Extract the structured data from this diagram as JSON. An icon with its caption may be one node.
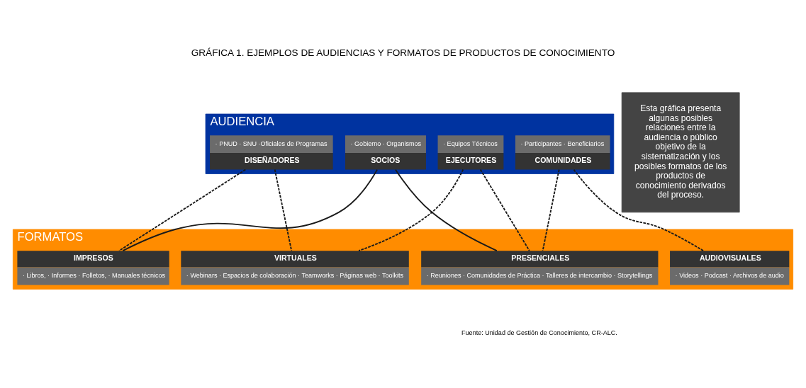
{
  "diagram": {
    "title": "GRÁFICA 1. EJEMPLOS DE AUDIENCIAS Y FORMATOS DE PRODUCTOS DE CONOCIMIENTO",
    "caption": "Fuente: Unidad de Gestión de Conocimiento, CR-ALC.",
    "nodes": [
      {
        "text": [
          "AUDIENCIA"
        ]
      },
      {
        "text": [
          "· Gobierno · Organismos",
          "SOCIOS"
        ],
        "in": 0
      },
      {
        "text": [
          "· Equipos Técnicos",
          "EJECUTORES"
        ],
        "in": 0
      },
      {
        "text": [
          "· PNUD · SNU ·Oficiales de Programas",
          "DISEÑADORES"
        ],
        "in": 0
      },
      {
        "text": [
          "· Participantes · Beneficiarios",
          "COMUNIDADES"
        ],
        "in": 0
      },
      {
        "text": [
          "FORMATOS"
        ]
      },
      {
        "text": [
          "IMPRESOS",
          "· Libros, · Informes · Folletos, · Manuales técnicos"
        ],
        "in": 5
      },
      {
        "text": [
          "VIRTUALES",
          "· Webinars · Espacios de colaboración · Teamworks · Páginas web · Toolkits"
        ],
        "in": 5
      },
      {
        "text": [
          "AUDIOVISUALES",
          "· Videos · Podcast · Archivos de audio"
        ],
        "in": 5
      },
      {
        "text": [
          "PRESENCIALES",
          "· Reuniones · Comunidades de Práctica · Talleres de intercambio · Storytellings"
        ],
        "in": 5
      },
      {
        "text": [
          "Esta gráfica presenta algunas posibles relaciones entre la audiencia o público objetivo de la sistematización y los posibles formatos de los productos de conocimiento derivados del proceso."
        ]
      }
    ],
    "edges": [
      {
        "from": 1,
        "to": 6,
        "arrow": "none"
      },
      {
        "from": 1,
        "to": 9,
        "arrow": "none"
      },
      {
        "from": 2,
        "to": 7,
        "arrow": "none",
        "style": "dashed"
      },
      {
        "from": 2,
        "to": 9,
        "arrow": "none",
        "style": "dashed"
      },
      {
        "from": 3,
        "to": 6,
        "arrow": "none",
        "style": "dashed"
      },
      {
        "from": 3,
        "to": 7,
        "arrow": "none",
        "style": "dashed"
      },
      {
        "from": 4,
        "to": 8,
        "arrow": "none",
        "style": "dashed"
      },
      {
        "from": 4,
        "to": 9,
        "arrow": "none",
        "style": "dashed"
      }
    ]
  }
}
